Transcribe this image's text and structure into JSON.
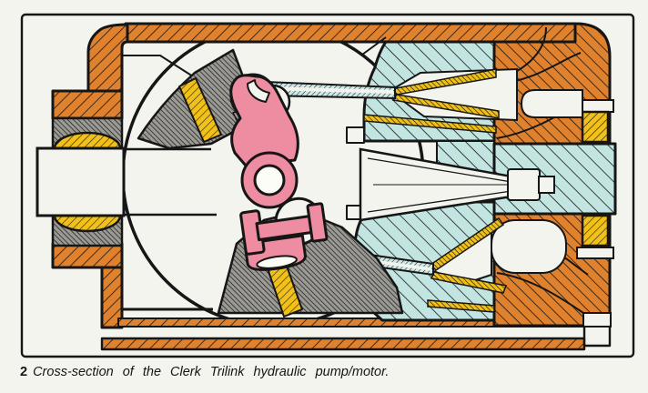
{
  "figure": {
    "number": "2",
    "caption": "Cross-section of the Clerk Trilink hydraulic pump/motor."
  },
  "diagram": {
    "type": "technical-cross-section",
    "subject": "Clerk Trilink hydraulic pump/motor",
    "colors": {
      "background": "#f4f4ee",
      "outline": "#161616",
      "housing_orange": "#e0812e",
      "steel_grey": "#9c9a94",
      "bearing_yellow": "#f1c119",
      "cylinder_blue": "#c3e5e1",
      "link_pink": "#ee8ca1"
    }
  }
}
